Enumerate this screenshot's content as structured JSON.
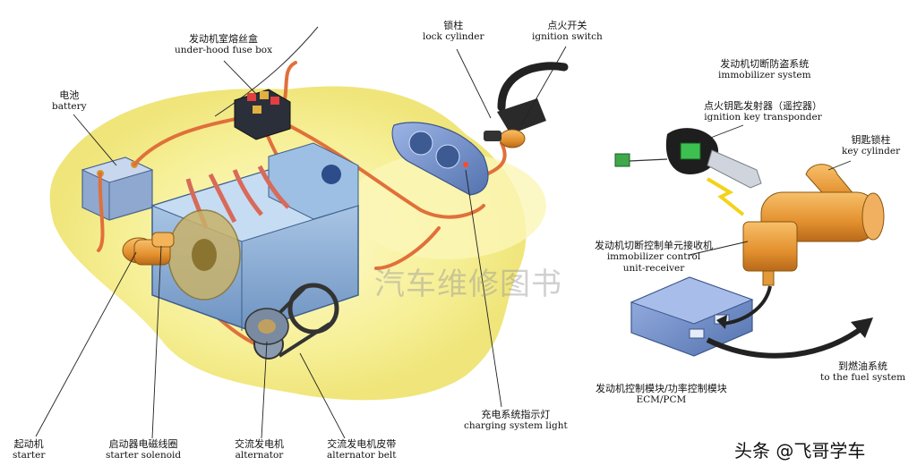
{
  "labels": {
    "fuse_box": {
      "zh": "发动机室熔丝盒",
      "en": "under-hood fuse box"
    },
    "battery": {
      "zh": "电池",
      "en": "battery"
    },
    "lock_cylinder": {
      "zh": "锁柱",
      "en": "lock cylinder"
    },
    "ignition_switch": {
      "zh": "点火开关",
      "en": "ignition switch"
    },
    "immobilizer_system": {
      "zh": "发动机切断防盗系统",
      "en": "immobilizer system"
    },
    "key_transponder": {
      "zh": "点火钥匙发射器（遥控器）",
      "en": "ignition key transponder"
    },
    "key_cylinder": {
      "zh": "钥匙锁柱",
      "en": "key cylinder"
    },
    "control_unit": {
      "zh": "发动机切断控制单元接收机",
      "en1": "immobilizer control",
      "en2": "unit-receiver"
    },
    "fuel_system": {
      "zh": "到燃油系统",
      "en": "to the fuel system"
    },
    "ecm": {
      "zh": "发动机控制模块/功率控制模块",
      "en": "ECM/PCM"
    },
    "charging_light": {
      "zh": "充电系统指示灯",
      "en": "charging system light"
    },
    "starter": {
      "zh": "起动机",
      "en": "starter"
    },
    "starter_solenoid": {
      "zh": "启动器电磁线圈",
      "en": "starter solenoid"
    },
    "alternator": {
      "zh": "交流发电机",
      "en": "alternator"
    },
    "alternator_belt": {
      "zh": "交流发电机皮带",
      "en": "alternator belt"
    }
  },
  "watermark": "汽车维修图书",
  "credit": "头条 @飞哥学车",
  "colors": {
    "glow": "#f3ec8a",
    "wire": "#e0703a",
    "engine_blue": "#8fb6dc",
    "engine_dark": "#4a6f99",
    "brass": "#e39a3a",
    "dash_blue": "#7f9fd6",
    "module_blue": "#6f8fc8",
    "arrow": "#222222"
  },
  "icons": [
    "fuse-box-icon",
    "battery-icon",
    "engine-icon",
    "ignition-key-icon",
    "lock-cylinder-icon"
  ]
}
